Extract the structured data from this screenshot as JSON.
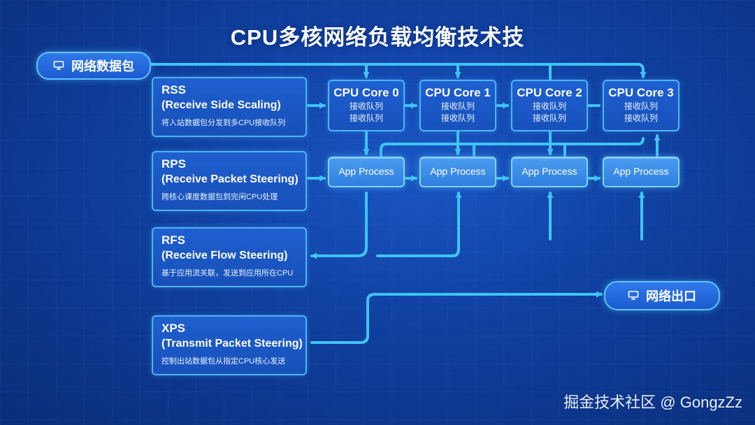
{
  "title": "CPU多核网络负载均衡技术技",
  "input_pill": {
    "label": "网络数据包",
    "icon": "network-icon"
  },
  "output_pill": {
    "label": "网络出口",
    "icon": "network-icon"
  },
  "mechanisms": [
    {
      "abbr": "RSS",
      "full": "(Receive Side Scaling)",
      "desc": "将入站数据包分发到多CPU接收队列"
    },
    {
      "abbr": "RPS",
      "full": "(Receive Packet Steering)",
      "desc": "跨核心课度数据包到完闲CPU处理"
    },
    {
      "abbr": "RFS",
      "full": "(Receive Flow Steering)",
      "desc": "基于应用流关联，发送到应用所在CPU"
    },
    {
      "abbr": "XPS",
      "full": "(Transmit Packet Steering)",
      "desc": "控制出站数据包从指定CPU核心发送"
    }
  ],
  "cores": [
    {
      "name": "CPU Core 0",
      "q1": "接收队列",
      "q2": "接收队列"
    },
    {
      "name": "CPU Core 1",
      "q1": "接收队列",
      "q2": "接收队列"
    },
    {
      "name": "CPU Core 2",
      "q1": "接收队列",
      "q2": "接收队列"
    },
    {
      "name": "CPU Core 3",
      "q1": "接收队列",
      "q2": "接收队列"
    }
  ],
  "apps": [
    {
      "label": "App Process"
    },
    {
      "label": "App Process"
    },
    {
      "label": "App Process"
    },
    {
      "label": "App Process"
    }
  ],
  "colors": {
    "line": "#3fc4f5",
    "background": "#1247ae"
  },
  "watermark": "掘金技术社区 @ GongzZz"
}
